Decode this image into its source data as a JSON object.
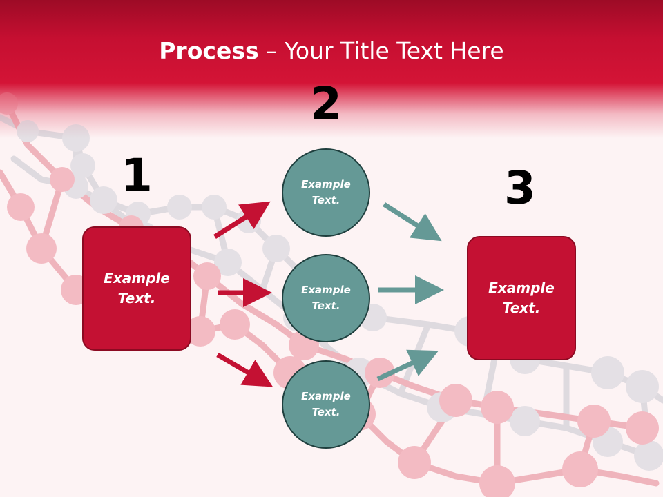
{
  "title": {
    "bold": "Process",
    "rest": " – Your Title Text Here"
  },
  "steps": {
    "one": "1",
    "two": "2",
    "three": "3"
  },
  "left_box": {
    "text": "Example Text."
  },
  "right_box": {
    "text": "Example Text."
  },
  "circles": [
    {
      "text": "Example Text."
    },
    {
      "text": "Example Text."
    },
    {
      "text": "Example Text."
    }
  ],
  "colors": {
    "header": "#c50f31",
    "box": "#c41133",
    "circle": "#659996",
    "red_arrow": "#c41133",
    "teal_arrow": "#659996"
  }
}
